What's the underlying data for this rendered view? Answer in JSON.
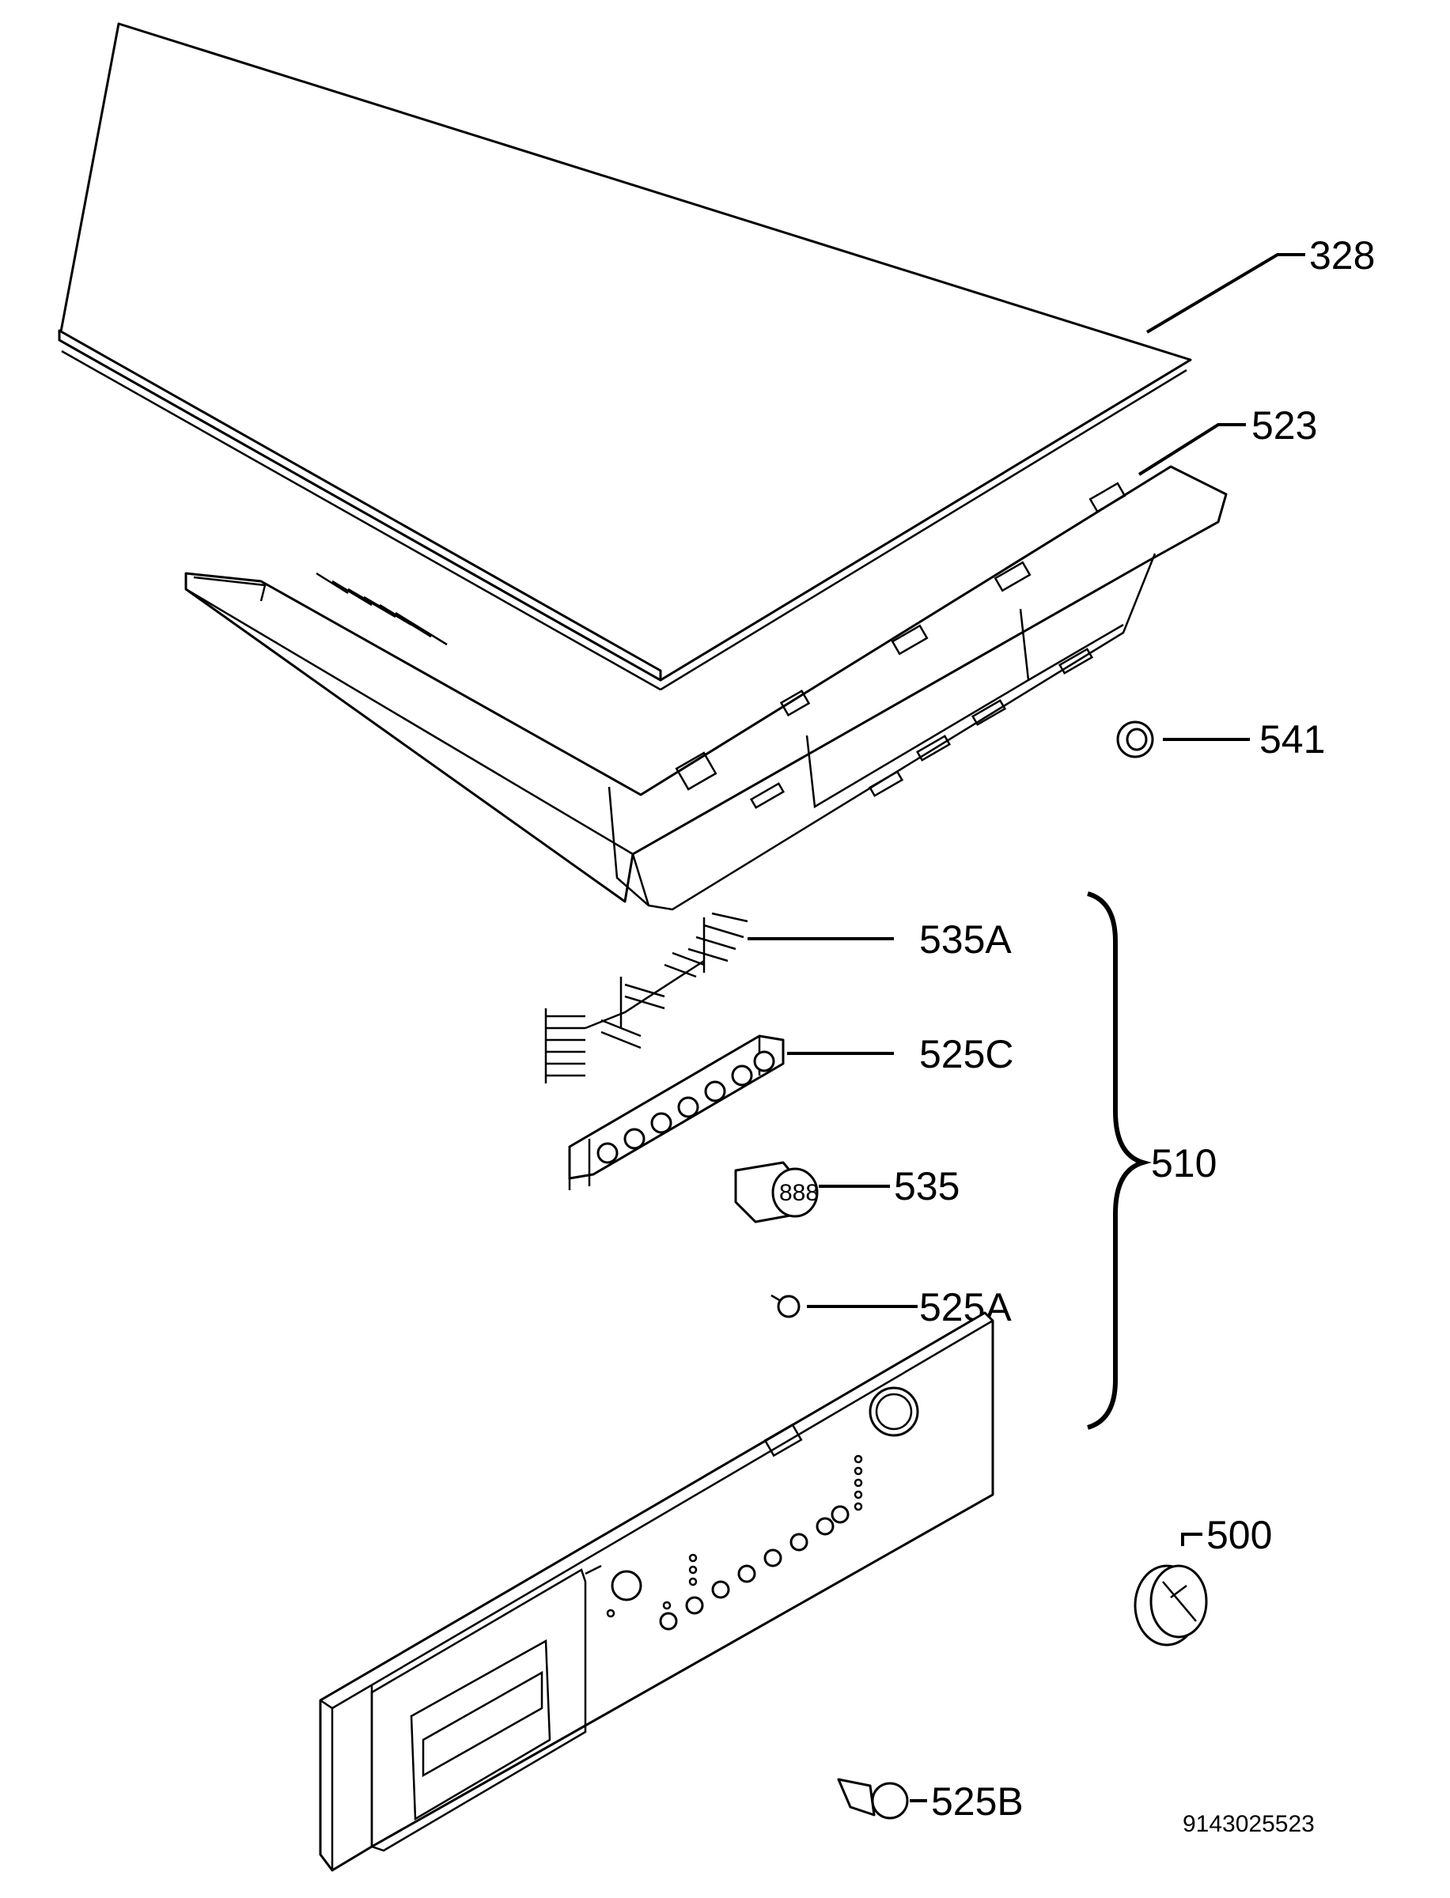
{
  "callouts": {
    "c328": "328",
    "c523": "523",
    "c541": "541",
    "c535A": "535A",
    "c525C": "525C",
    "c535": "535",
    "c510": "510",
    "c525A": "525A",
    "c500": "500",
    "c525B": "525B"
  },
  "drawing_number": "9143025523",
  "display_digits": "888"
}
